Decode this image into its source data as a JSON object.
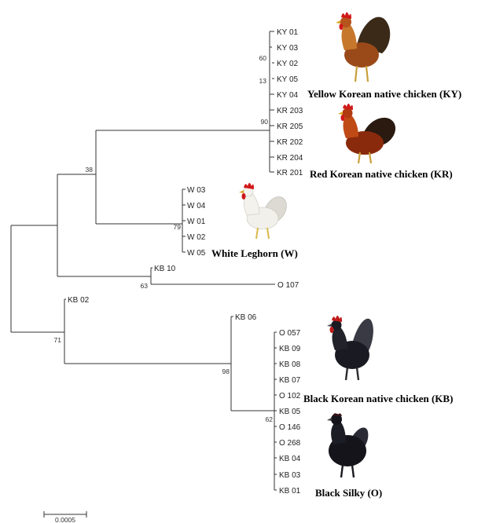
{
  "taxa": {
    "KY01": "KY 01",
    "KY03": "KY 03",
    "KY02": "KY 02",
    "KY05": "KY 05",
    "KY04": "KY 04",
    "KR203": "KR 203",
    "KR205": "KR 205",
    "KR202": "KR 202",
    "KR204": "KR 204",
    "KR201": "KR 201",
    "W03": "W 03",
    "W04": "W 04",
    "W01": "W 01",
    "W02": "W 02",
    "W05": "W 05",
    "KB10": "KB 10",
    "O107": "O 107",
    "KB02": "KB 02",
    "KB06": "KB 06",
    "O057": "O 057",
    "KB09": "KB 09",
    "KB08": "KB 08",
    "KB07": "KB 07",
    "O102": "O 102",
    "KB05": "KB 05",
    "O146": "O 146",
    "O268": "O 268",
    "KB04": "KB 04",
    "KB03": "KB 03",
    "KB01": "KB 01"
  },
  "bootstrap": {
    "ky_sub": "60",
    "ky_inner": "13",
    "kykr": "90",
    "upper": "38",
    "white": "79",
    "kb10_o107": "63",
    "lower": "71",
    "black": "98",
    "black_inner": "62"
  },
  "groups": {
    "ky": "Yellow Korean native chicken (KY)",
    "kr": "Red Korean native chicken (KR)",
    "w": "White Leghorn (W)",
    "kb": "Black Korean native chicken (KB)",
    "o": "Black Silky (O)"
  },
  "scale_bar": {
    "label": "0.0005"
  },
  "colors": {
    "branch": "#333333",
    "yellow_rooster": "#b5541c",
    "red_rooster": "#8a2a0c",
    "white_rooster": "#f2f0ea",
    "black_rooster": "#1a1a22",
    "comb": "#d01818"
  },
  "icons": {
    "ky": "yellow-rooster-icon",
    "kr": "red-rooster-icon",
    "w": "white-leghorn-icon",
    "kb": "black-rooster-icon",
    "o": "black-silky-icon"
  }
}
